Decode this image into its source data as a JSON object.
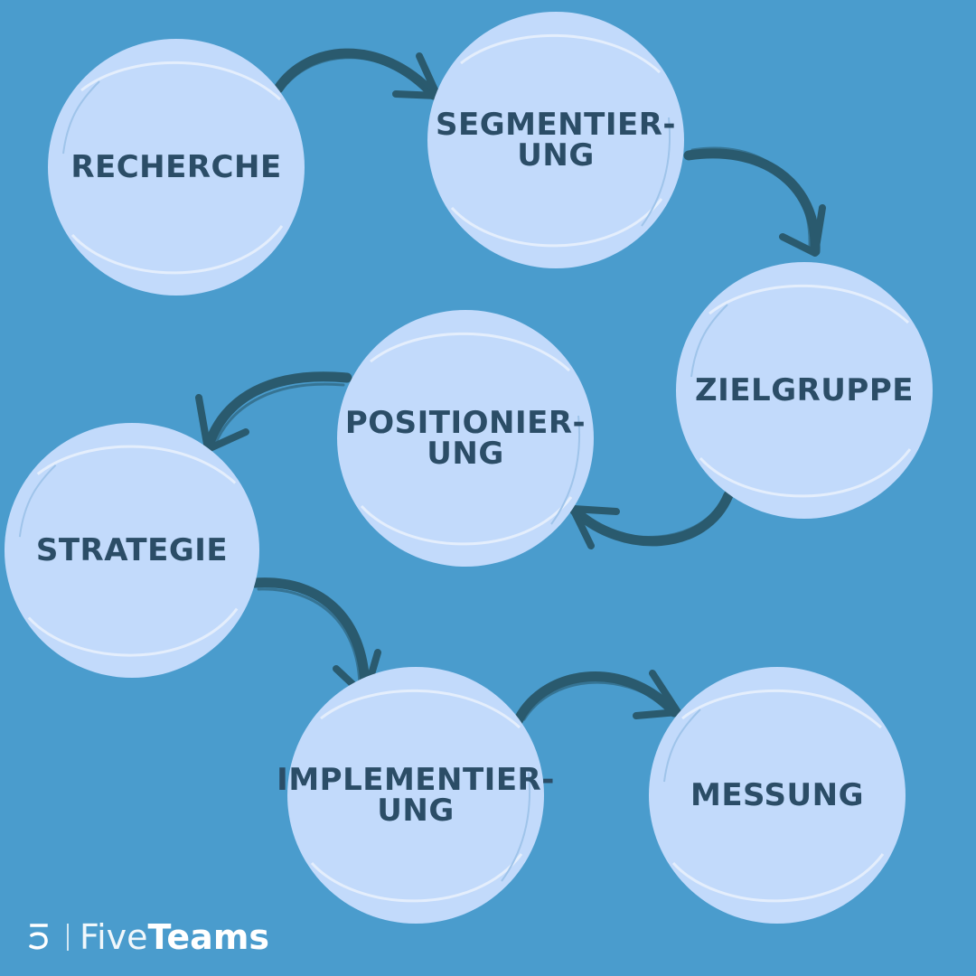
{
  "colors": {
    "background": "#4a9ccd",
    "circle_fill": "#c2dafb",
    "circle_edge": "#e4eefc",
    "label_text": "#2b4d67",
    "arrow": "#2a5a6e",
    "brand_text": "#ffffff"
  },
  "steps": [
    {
      "id": "recherche",
      "lines": [
        "RECHERCHE"
      ]
    },
    {
      "id": "segmentierung",
      "lines": [
        "SEGMENTIER-",
        "UNG"
      ]
    },
    {
      "id": "zielgruppe",
      "lines": [
        "ZIELGRUPPE"
      ]
    },
    {
      "id": "positionierung",
      "lines": [
        "POSITIONIER-",
        "UNG"
      ]
    },
    {
      "id": "strategie",
      "lines": [
        "STRATEGIE"
      ]
    },
    {
      "id": "implementierung",
      "lines": [
        "IMPLEMENTIER-",
        "UNG"
      ]
    },
    {
      "id": "messung",
      "lines": [
        "MESSUNG"
      ]
    }
  ],
  "flow": [
    [
      "recherche",
      "segmentierung"
    ],
    [
      "segmentierung",
      "zielgruppe"
    ],
    [
      "zielgruppe",
      "positionierung"
    ],
    [
      "positionierung",
      "strategie"
    ],
    [
      "strategie",
      "implementierung"
    ],
    [
      "implementierung",
      "messung"
    ]
  ],
  "brand": {
    "logo_icon": "fiveteams-5-logo-icon",
    "name_part1": "Five",
    "name_part2": "Teams"
  }
}
